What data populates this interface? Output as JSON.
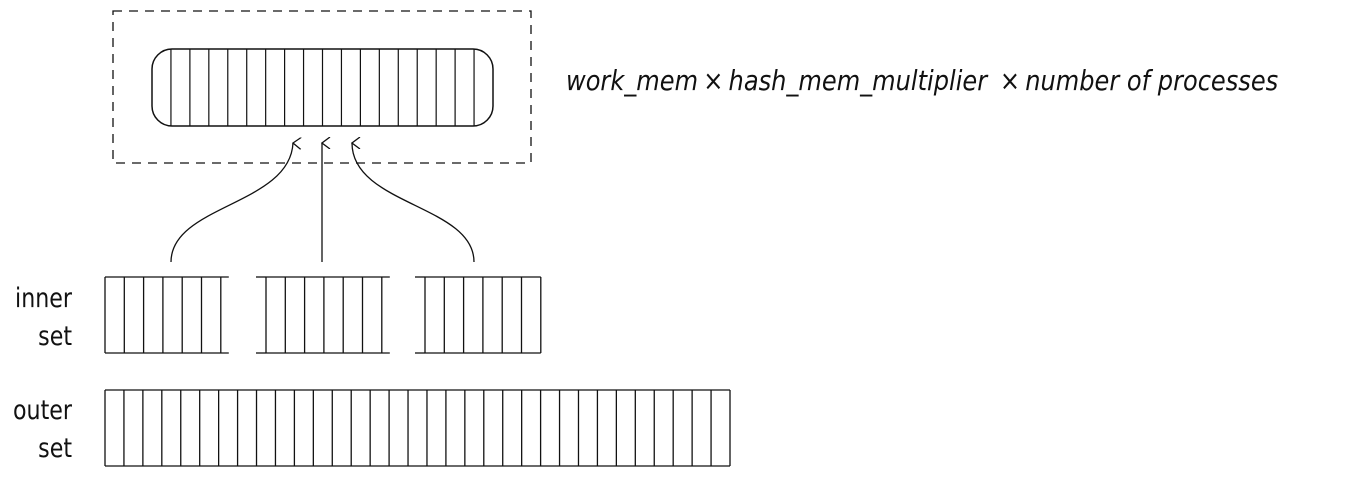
{
  "formula": {
    "term1": "work_mem",
    "times1": "×",
    "term2": "hash_mem_multiplier",
    "times2": "×",
    "term3": "number of processes"
  },
  "labels": {
    "inner_line1": "inner",
    "inner_line2": "set",
    "outer_line1": "outer",
    "outer_line2": "set"
  },
  "colors": {
    "stroke": "#111111",
    "background": "#ffffff"
  },
  "structure": {
    "hash_table_cells": 18,
    "inner_batches": 3,
    "inner_batch_cells": [
      6,
      6,
      6
    ],
    "outer_set_cells": 33
  }
}
